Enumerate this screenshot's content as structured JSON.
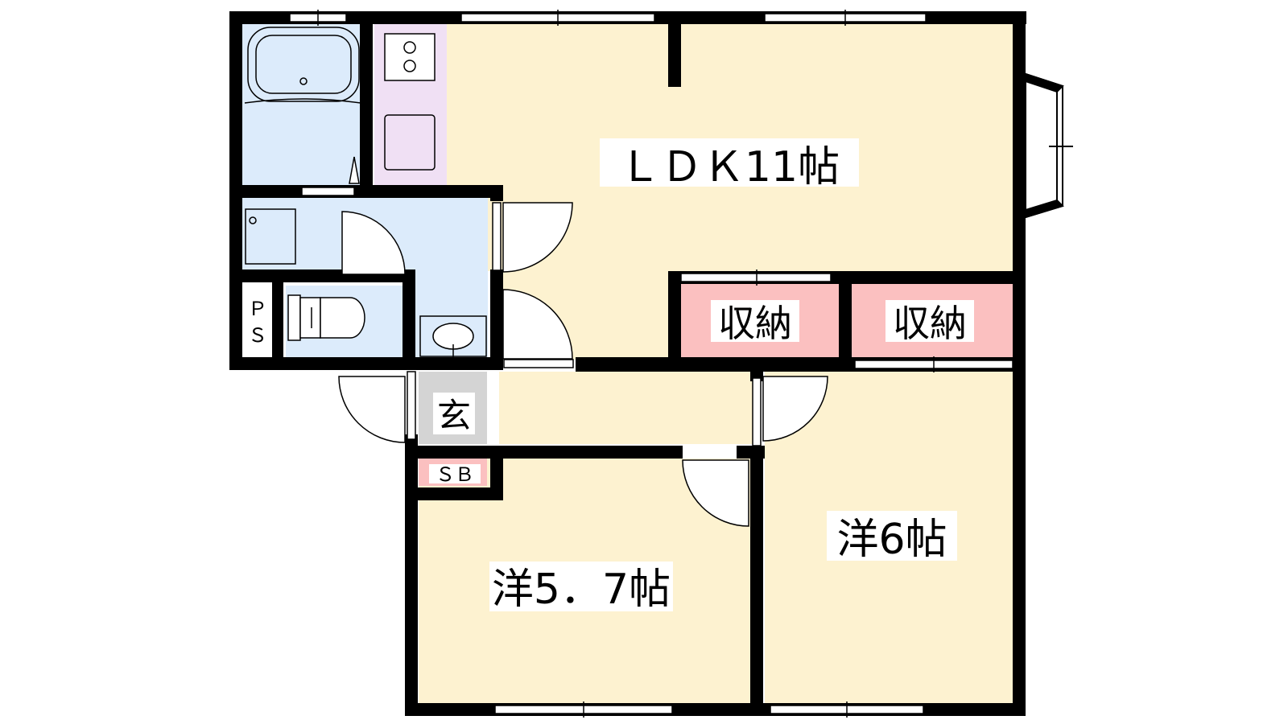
{
  "rooms": {
    "ldk": "ＬＤＫ11帖",
    "storage_1": "収納",
    "storage_2": "収納",
    "entrance": "玄",
    "shoe_box": "ＳＢ",
    "pipe_space_top": "Ｐ",
    "pipe_space_bottom": "Ｓ",
    "western_1": "洋5．7帖",
    "western_2": "洋6帖"
  },
  "colors": {
    "wall": "#000000",
    "living_floor": "#fdf2d0",
    "wet_area": "#dcebfb",
    "kitchen": "#f0e0f4",
    "storage": "#fbc0c0",
    "entrance": "#d4d4d4",
    "shoe_box": "#fbc0c0"
  }
}
